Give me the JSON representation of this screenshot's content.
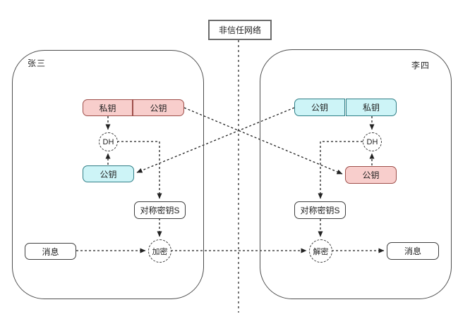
{
  "network": {
    "label": "非信任网络"
  },
  "left_panel": {
    "title": "张三",
    "private_key": "私钥",
    "public_key": "公钥",
    "dh": "DH",
    "received_public_key": "公钥",
    "symmetric_key": "对称密钥S",
    "message": "消息",
    "encrypt": "加密"
  },
  "right_panel": {
    "title": "李四",
    "public_key": "公钥",
    "private_key": "私钥",
    "dh": "DH",
    "received_public_key": "公钥",
    "symmetric_key": "对称密钥S",
    "decrypt": "解密",
    "message": "消息"
  },
  "colors": {
    "pink_fill": "#f8cecc",
    "pink_border": "#9e4f4a",
    "cyan_fill": "#cdf4f7",
    "cyan_border": "#2f7e86",
    "line_color": "#333333",
    "box_border": "#404040",
    "panel_border": "#4d4d4d"
  }
}
